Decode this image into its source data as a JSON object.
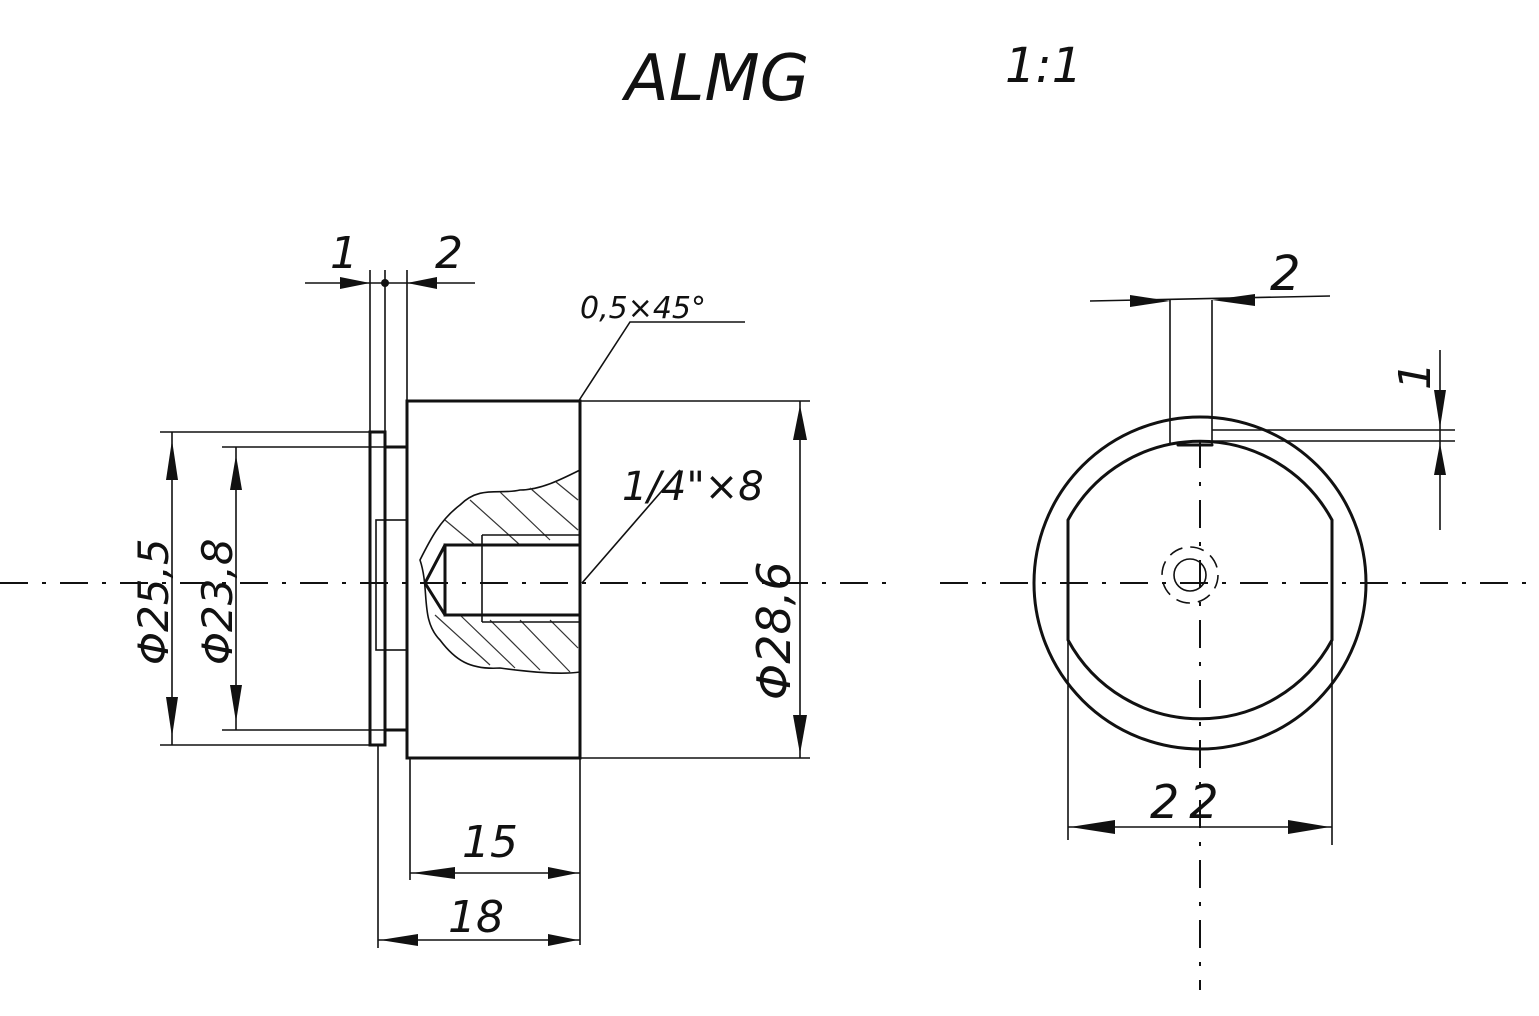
{
  "title": {
    "material": "ALMG",
    "scale": "1:1"
  },
  "side_view": {
    "dim_flange_width": "1",
    "dim_groove_width": "2",
    "chamfer": "0,5×45°",
    "thread": "1/4\"×8",
    "dia_flange": "Φ25,5",
    "dia_groove": "Φ23,8",
    "dia_body": "Φ28,6",
    "len_body": "15",
    "len_total": "18"
  },
  "front_view": {
    "slot_width": "2",
    "slot_depth": "1",
    "flat_width": "22"
  }
}
